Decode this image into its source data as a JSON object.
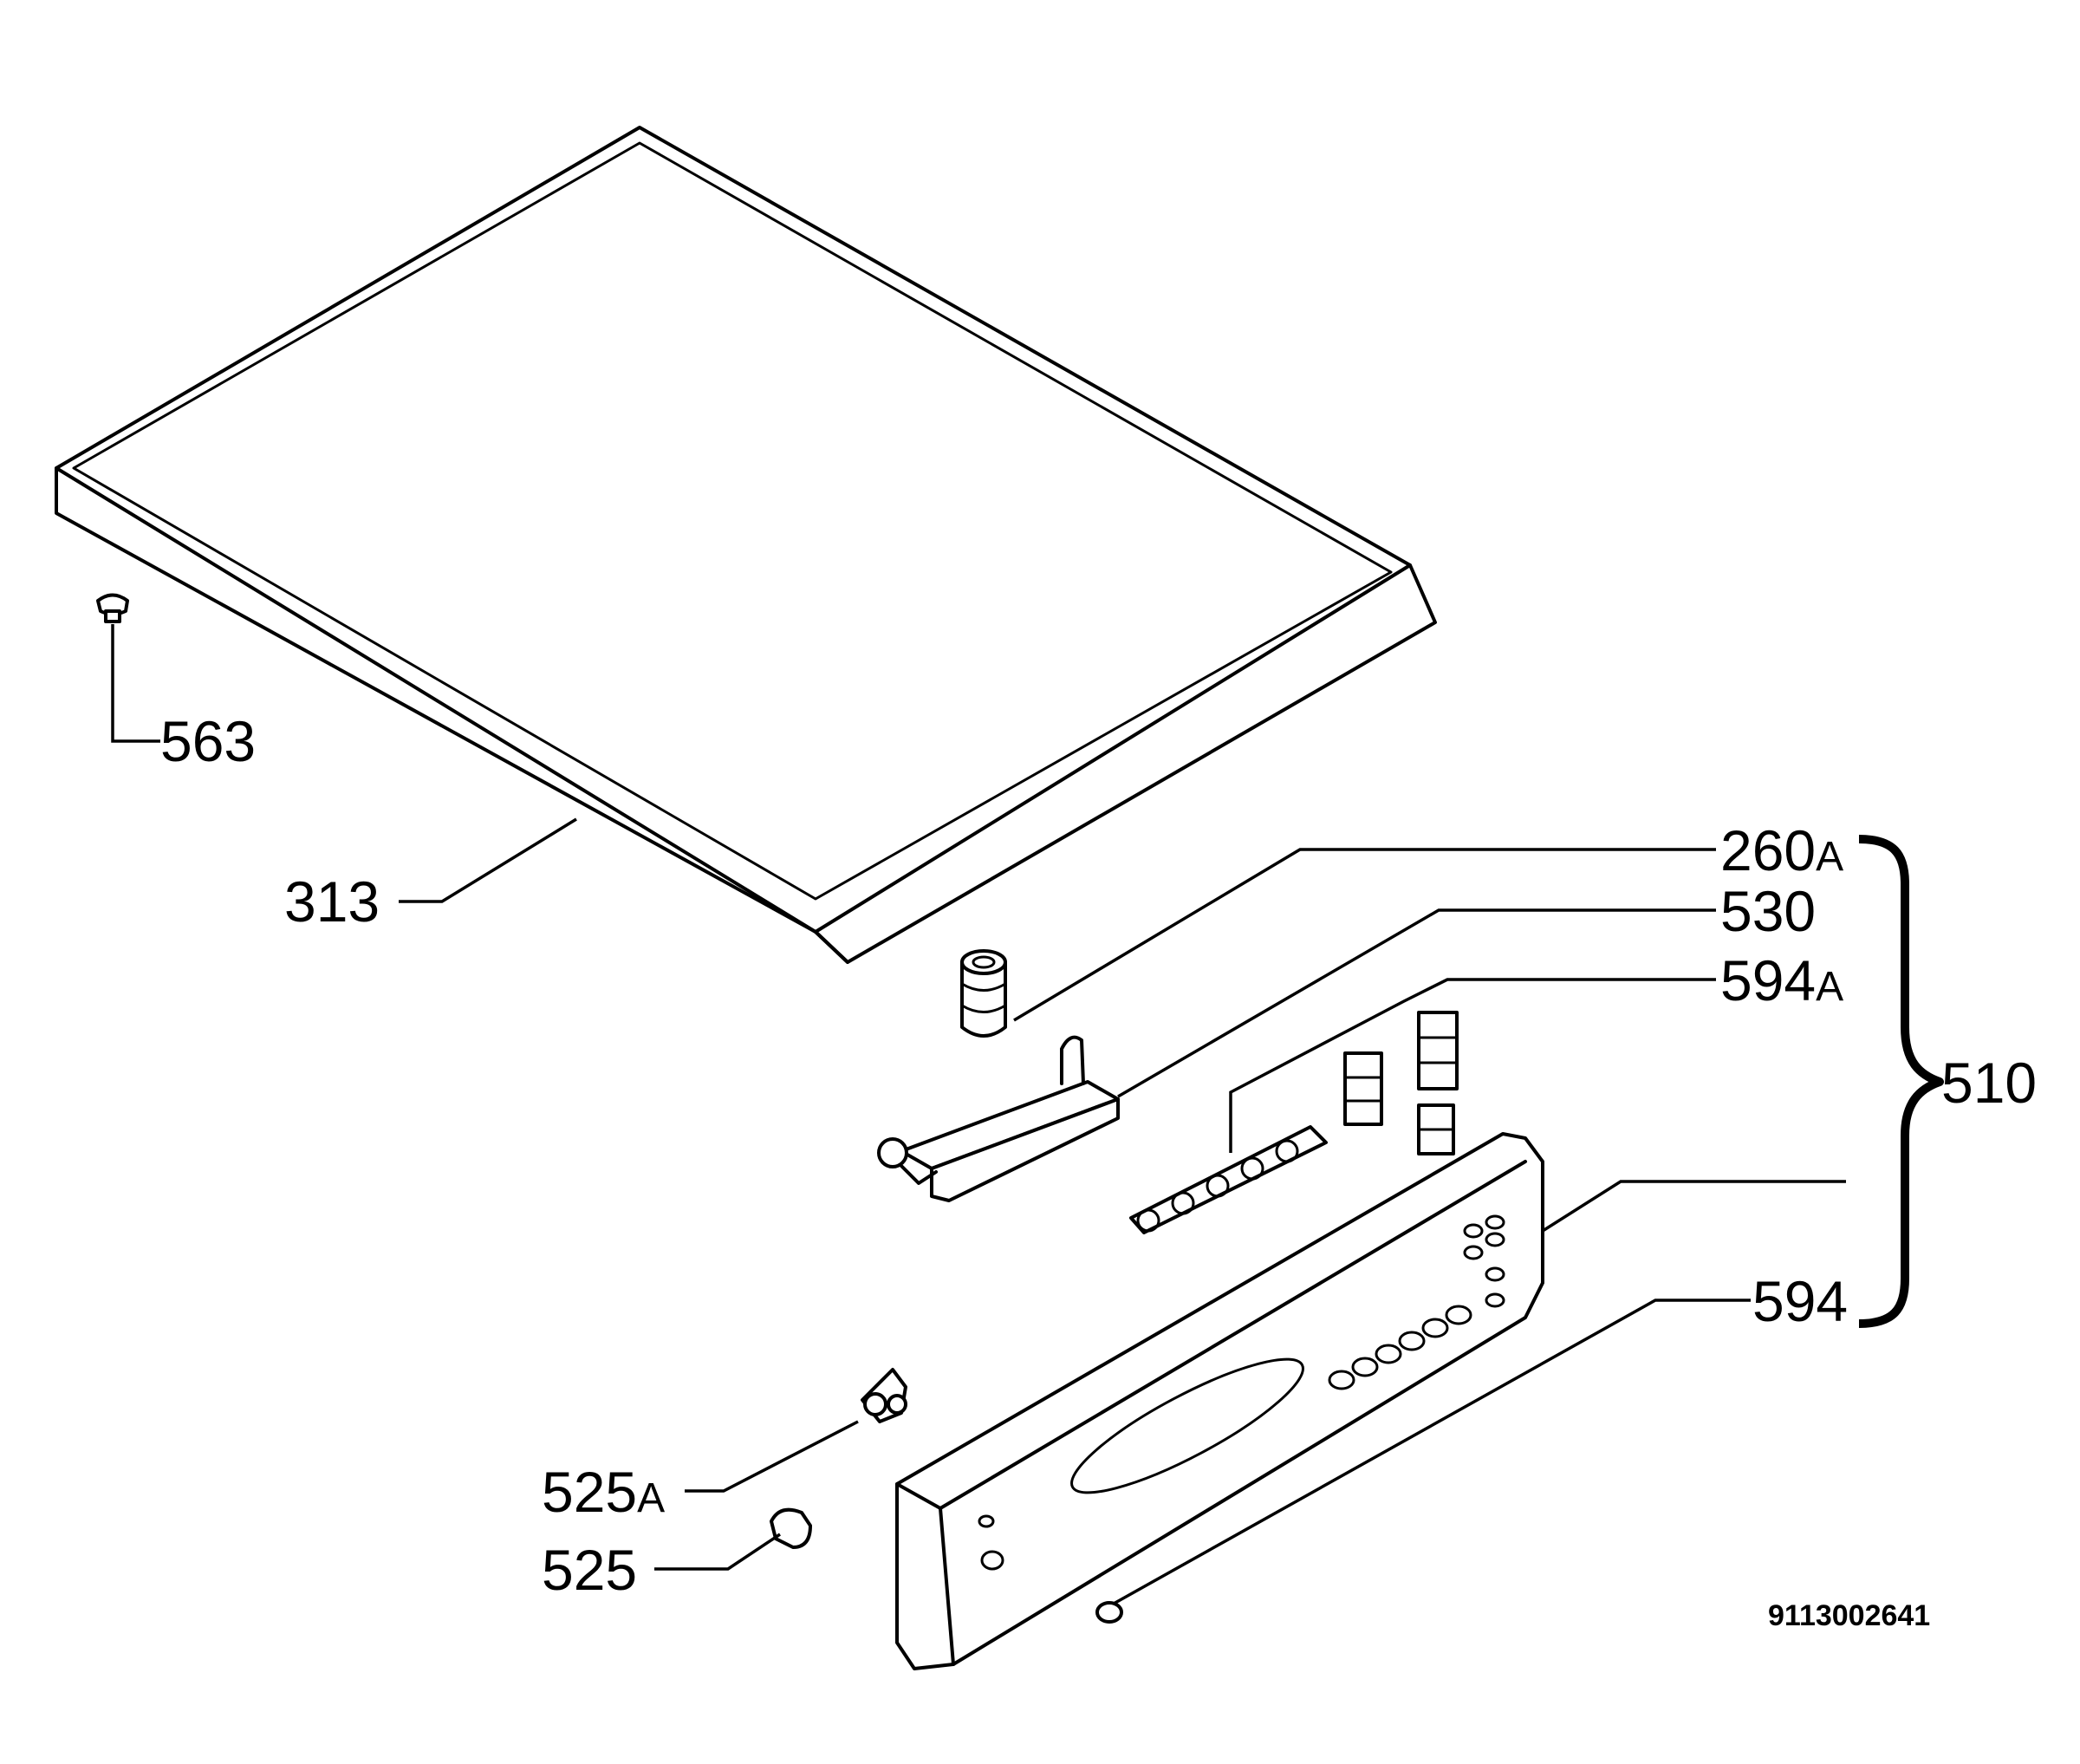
{
  "labels": {
    "p563": "563",
    "p313": "313",
    "p260a": "260",
    "p260a_suffix": "A",
    "p530": "530",
    "p594a": "594",
    "p594a_suffix": "A",
    "p510": "510",
    "p594": "594",
    "p525a": "525",
    "p525a_suffix": "A",
    "p525": "525"
  },
  "drawing_number": "9113002641"
}
